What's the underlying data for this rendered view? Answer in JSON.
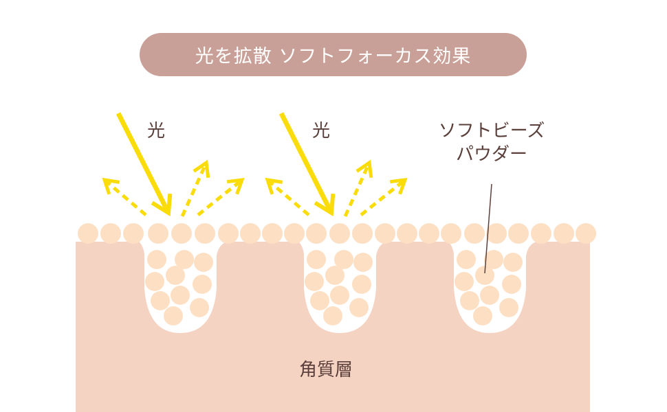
{
  "title": "光を拡散 ソフトフォーカス効果",
  "labels": {
    "light_1": "光",
    "light_2": "光",
    "powder_line1": "ソフトビーズ",
    "powder_line2": "パウダー",
    "stratum": "角質層"
  },
  "colors": {
    "pill": "#c9a097",
    "skin": "#f5d3c2",
    "bead": "#fde0c4",
    "arrow": "#f9dc0a",
    "text": "#5a3f3a"
  }
}
